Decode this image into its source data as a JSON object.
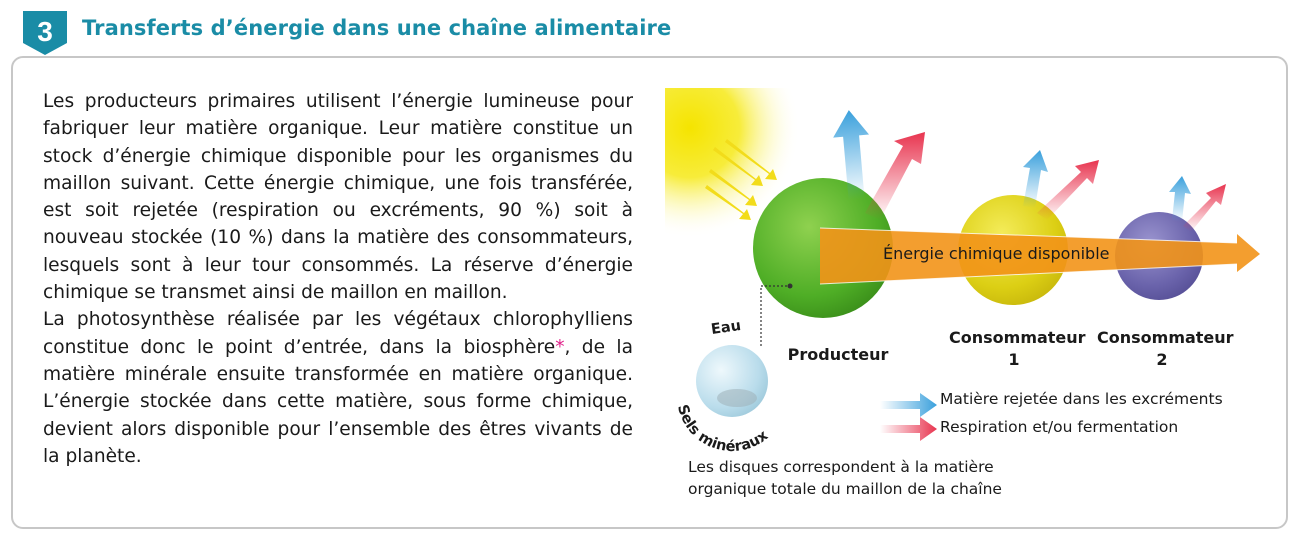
{
  "section": {
    "number": "3",
    "title": "Transferts d’énergie dans une chaîne alimentaire"
  },
  "text": {
    "p1": "Les producteurs primaires utilisent l’énergie lumineuse pour fabriquer leur matière organique. Leur matière constitue un stock d’énergie chimique disponible pour les organismes du maillon suivant. Cette énergie chimique, une fois transférée, est soit rejetée (respiration ou excréments, 90 %) soit à nouveau stockée (10 %) dans la matière des consommateurs, lesquels sont à leur tour consommés. La réserve d’énergie chimique se transmet ainsi de maillon en maillon.",
    "p2_before": "La photosynthèse réalisée par les végétaux chlorophylliens constitue donc le point d’entrée, dans la biosphère",
    "p2_star": "*",
    "p2_after": ", de la matière minérale ensuite transformée en matière organique. L’énergie stockée dans cette matière, sous forme chimique, devient alors disponible pour l’ensemble des êtres vivants de la planète."
  },
  "diagram": {
    "arrow_label": "Énergie chimique disponible",
    "producer": "Producteur",
    "consumer1_line1": "Consommateur",
    "consumer1_line2": "1",
    "consumer2_line1": "Consommateur",
    "consumer2_line2": "2",
    "water": "Eau",
    "minerals": "Sels minéraux",
    "legend": [
      {
        "label": "Matière rejetée dans les excréments",
        "color": "#3aa0dc"
      },
      {
        "label": "Respiration et/ou fermentation",
        "color": "#e8344f"
      }
    ],
    "caption_line1": "Les disques correspondent à la matière",
    "caption_line2": "organique totale du maillon de la chaîne"
  },
  "colors": {
    "accent": "#1a8ca6",
    "producer": "#5bb82e",
    "consumer1": "#e6dc1c",
    "consumer2": "#6f68b0",
    "energy_arrow": "#f29418",
    "sun": "#f7e600"
  }
}
